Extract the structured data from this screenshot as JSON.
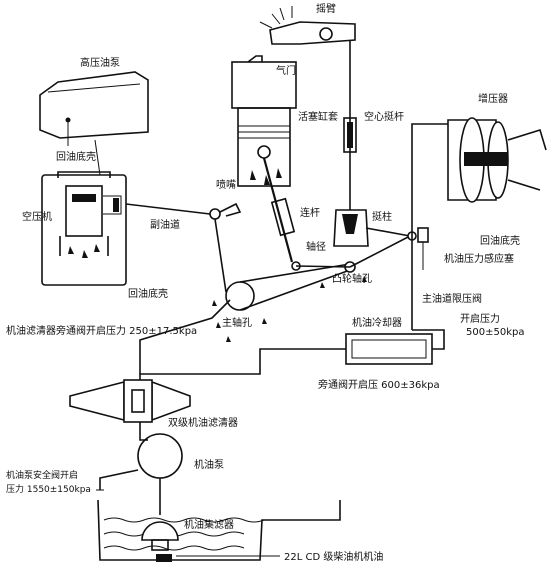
{
  "labels": {
    "high_pressure_pump": "高压油泵",
    "rocker_arm": "摇臂",
    "valve": "气门",
    "piston_liner": "活塞缸套",
    "hollow_pushrod": "空心挺杆",
    "turbocharger": "增压器",
    "return_sump_1": "回油底壳",
    "return_sump_2": "回油底壳",
    "return_sump_3": "回油底壳",
    "nozzle": "喷嘴",
    "air_compressor": "空压机",
    "aux_gallery": "副油道",
    "conrod": "连杆",
    "journal": "轴径",
    "tappet": "挺柱",
    "oil_pressure_sensor": "机油压力感应塞",
    "cam_hole": "凸轮轴孔",
    "main_gallery_relief": "主油道限压阀",
    "main_bearing_hole": "主轴孔",
    "oil_cooler": "机油冷却器",
    "opening_pressure_label": "开启压力",
    "opening_pressure_value": "500±50kpa",
    "filter_bypass_valve": "机油滤清器旁通阀开启压力 250±17.5kpa",
    "bypass_valve_pressure": "旁通阀开启压 600±36kpa",
    "dual_filter": "双级机油滤清器",
    "oil_pump": "机油泵",
    "pump_safety_valve_1": "机油泵安全阀开启",
    "pump_safety_valve_2": "压力 1550±150kpa",
    "oil_strainer": "机油集滤器",
    "engine_oil": "22L CD 级柴油机机油"
  }
}
